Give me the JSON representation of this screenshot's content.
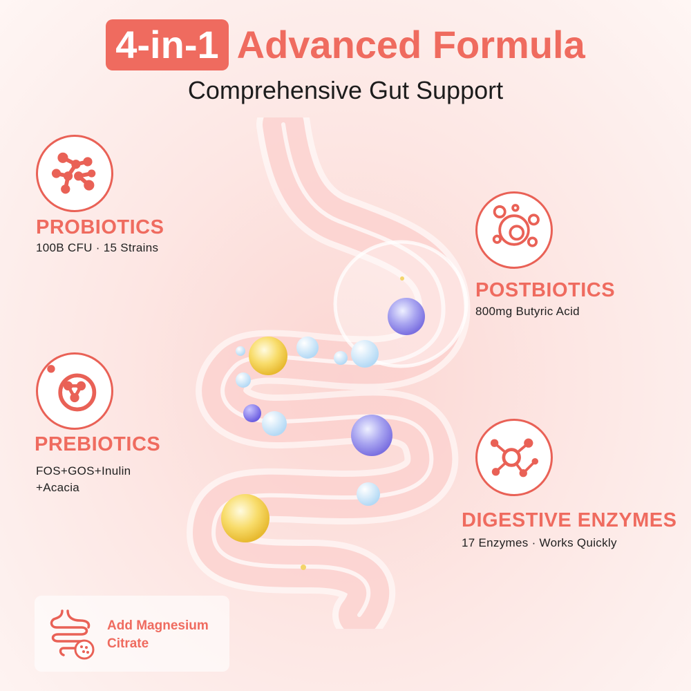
{
  "header": {
    "badge": "4-in-1",
    "title": "Advanced Formula",
    "subtitle": "Comprehensive Gut Support"
  },
  "features": {
    "probiotics": {
      "title": "PROBIOTICS",
      "desc": "100B CFU · 15 Strains",
      "icon": "molecule-cluster-icon"
    },
    "prebiotics": {
      "title": "PREBIOTICS",
      "desc_line1": "FOS+GOS+Inulin",
      "desc_line2": "+Acacia",
      "icon": "cell-network-icon"
    },
    "postbiotics": {
      "title": "POSTBIOTICS",
      "desc": "800mg Butyric Acid",
      "icon": "bubbles-icon"
    },
    "enzymes": {
      "title": "DIGESTIVE ENZYMES",
      "desc": "17 Enzymes · Works Quickly",
      "icon": "enzyme-molecule-icon"
    }
  },
  "magnesium": {
    "label": "Add Magnesium Citrate",
    "icon": "intestine-icon"
  },
  "colors": {
    "accent": "#ef6b5f",
    "background": "#fde6e3",
    "text": "#1f1f1f"
  }
}
